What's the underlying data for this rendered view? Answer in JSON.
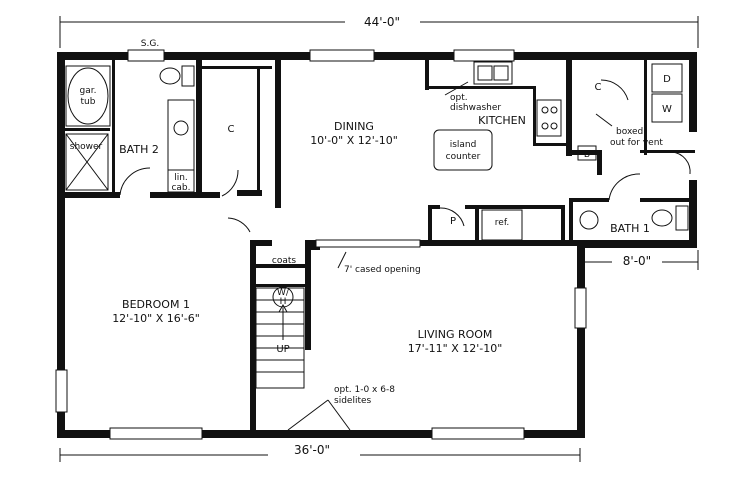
{
  "dimensions": {
    "top_width": "44'-0\"",
    "bottom_width": "36'-0\"",
    "bump_width": "8'-0\""
  },
  "rooms": {
    "dining": {
      "name": "DINING",
      "size": "10'-0\" X 12'-10\""
    },
    "kitchen": {
      "name": "KITCHEN"
    },
    "living": {
      "name": "LIVING ROOM",
      "size": "17'-11\" X 12'-10\""
    },
    "bedroom": {
      "name": "BEDROOM 1",
      "size": "12'-10\" X 16'-6\""
    },
    "bath1": {
      "name": "BATH 1"
    },
    "bath2": {
      "name": "BATH 2"
    }
  },
  "labels": {
    "sg": "S.G.",
    "gar_tub_1": "gar.",
    "gar_tub_2": "tub",
    "shower": "shower",
    "lin_cab_1": "lin.",
    "lin_cab_2": "cab.",
    "closet_bath": "C",
    "closet_kitchen": "C",
    "opt": "opt.",
    "dishwasher": "dishwasher",
    "island_1": "island",
    "island_2": "counter",
    "boxed_1": "boxed",
    "boxed_2": "out for vent",
    "pantry": "P",
    "ref": "ref.",
    "b": "B",
    "d": "D",
    "w": "W",
    "coats": "coats",
    "wh_1": "W/",
    "wh_2": "H",
    "up": "UP",
    "cased_opening": "7' cased opening",
    "sidelites_1": "opt. 1-0 x 6-8",
    "sidelites_2": "sidelites"
  }
}
